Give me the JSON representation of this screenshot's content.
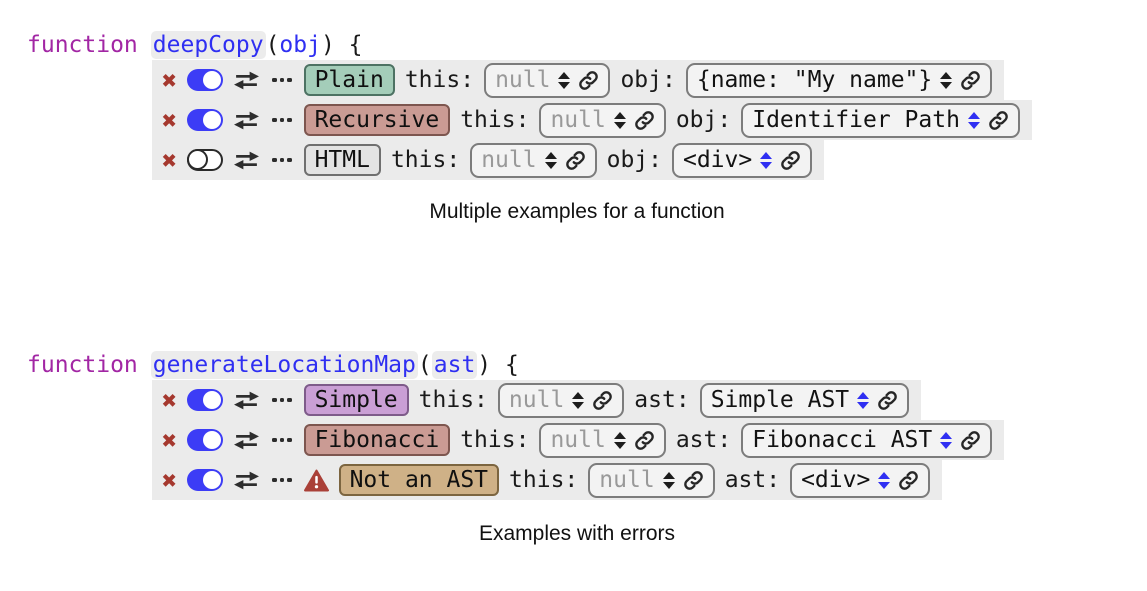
{
  "colors": {
    "keyword": "#a226a4",
    "identifier_blue": "#2f2ff2",
    "highlight_bg": "#ececec",
    "row_background": "#ebebeb",
    "delete_x_red": "#a5382e",
    "toggle_on_blue": "#3c3cf6",
    "stepper_blue": "#2f2ff2",
    "stepper_dark": "#1c1c1c",
    "warning_red": "#aa4038",
    "badge_plain_bg": "#a4cdb9",
    "badge_recursive_bg": "#ca9b94",
    "badge_html_bg": "#e3e3e3",
    "badge_simple_bg": "#ca9fd5",
    "badge_fibonacci_bg": "#ca9b94",
    "badge_not_an_ast_bg": "#cfb187",
    "muted_value": "#999999"
  },
  "icons": {
    "delete_glyph": "✖",
    "delete": "delete-x",
    "toggle": "toggle-switch",
    "swap": "swap-arrows",
    "more": "ellipsis-menu",
    "stepper": "up-down-stepper",
    "link": "chain-link",
    "warning": "warning-triangle"
  },
  "blocks": [
    {
      "code": {
        "keyword": "function",
        "name": "deepCopy",
        "paren_open": "(",
        "param": "obj",
        "paren_close": ") {"
      },
      "examples": [
        {
          "badge": "Plain",
          "enabled": true,
          "error": false,
          "fields": [
            {
              "label": "this:",
              "value": "null",
              "muted": true,
              "stepper_color": "#1c1c1c"
            },
            {
              "label": "obj:",
              "value": "{name: \"My name\"}",
              "muted": false,
              "stepper_color": "#1c1c1c"
            }
          ]
        },
        {
          "badge": "Recursive",
          "enabled": true,
          "error": false,
          "fields": [
            {
              "label": "this:",
              "value": "null",
              "muted": true,
              "stepper_color": "#1c1c1c"
            },
            {
              "label": "obj:",
              "value": "Identifier Path",
              "muted": false,
              "stepper_color": "#2f2ff2"
            }
          ]
        },
        {
          "badge": "HTML",
          "enabled": false,
          "error": false,
          "fields": [
            {
              "label": "this:",
              "value": "null",
              "muted": true,
              "stepper_color": "#1c1c1c"
            },
            {
              "label": "obj:",
              "value": "<div>",
              "muted": false,
              "stepper_color": "#2f2ff2"
            }
          ]
        }
      ],
      "caption": "Multiple examples for a function"
    },
    {
      "code": {
        "keyword": "function",
        "name": "generateLocationMap",
        "paren_open": "(",
        "param": "ast",
        "paren_close": ") {"
      },
      "examples": [
        {
          "badge": "Simple",
          "enabled": true,
          "error": false,
          "fields": [
            {
              "label": "this:",
              "value": "null",
              "muted": true,
              "stepper_color": "#1c1c1c"
            },
            {
              "label": "ast:",
              "value": "Simple AST",
              "muted": false,
              "stepper_color": "#2f2ff2"
            }
          ]
        },
        {
          "badge": "Fibonacci",
          "enabled": true,
          "error": false,
          "fields": [
            {
              "label": "this:",
              "value": "null",
              "muted": true,
              "stepper_color": "#1c1c1c"
            },
            {
              "label": "ast:",
              "value": "Fibonacci AST",
              "muted": false,
              "stepper_color": "#2f2ff2"
            }
          ]
        },
        {
          "badge": "Not an AST",
          "enabled": true,
          "error": true,
          "fields": [
            {
              "label": "this:",
              "value": "null",
              "muted": true,
              "stepper_color": "#1c1c1c"
            },
            {
              "label": "ast:",
              "value": "<div>",
              "muted": false,
              "stepper_color": "#2f2ff2"
            }
          ]
        }
      ],
      "caption": "Examples with errors"
    }
  ]
}
